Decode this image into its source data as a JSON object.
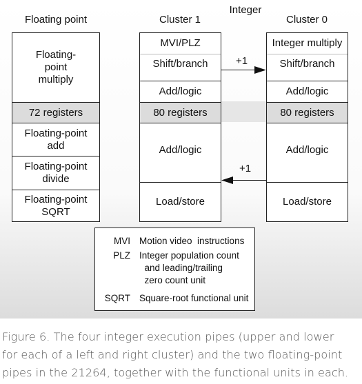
{
  "headers": {
    "floating_point": "Floating point",
    "cluster1": "Cluster 1",
    "integer": "Integer",
    "cluster0": "Cluster 0"
  },
  "floating_point_column": {
    "multiply_line1": "Floating-",
    "multiply_line2": "point",
    "multiply_line3": "multiply",
    "registers": "72 registers",
    "add_line1": "Floating-point",
    "add_line2": "add",
    "divide_line1": "Floating-point",
    "divide_line2": "divide",
    "sqrt_line1": "Floating-point",
    "sqrt_line2": "SQRT"
  },
  "cluster1_column": {
    "mvi_plz": "MVI/PLZ",
    "shift_branch": "Shift/branch",
    "add_logic_upper": "Add/logic",
    "registers": "80 registers",
    "add_logic_lower": "Add/logic",
    "load_store": "Load/store"
  },
  "cluster0_column": {
    "integer_multiply": "Integer multiply",
    "shift_branch": "Shift/branch",
    "add_logic_upper": "Add/logic",
    "registers": "80 registers",
    "add_logic_lower": "Add/logic",
    "load_store": "Load/store"
  },
  "arrows": {
    "upper_label": "+1",
    "lower_label": "+1"
  },
  "legend": [
    {
      "abbr": "MVI",
      "desc": [
        "Motion video  instructions"
      ]
    },
    {
      "abbr": "PLZ",
      "desc": [
        "Integer population count",
        "  and leading/trailing",
        "  zero count unit"
      ]
    },
    {
      "abbr": "SQRT",
      "desc": [
        "Square-root functional unit"
      ]
    }
  ],
  "caption": {
    "line1": "Figure 6. The four integer execution pipes (upper and lower",
    "line2": "for each of a left and right cluster) and the two floating-point",
    "line3": "pipes in the 21264, together with the functional units in each."
  }
}
